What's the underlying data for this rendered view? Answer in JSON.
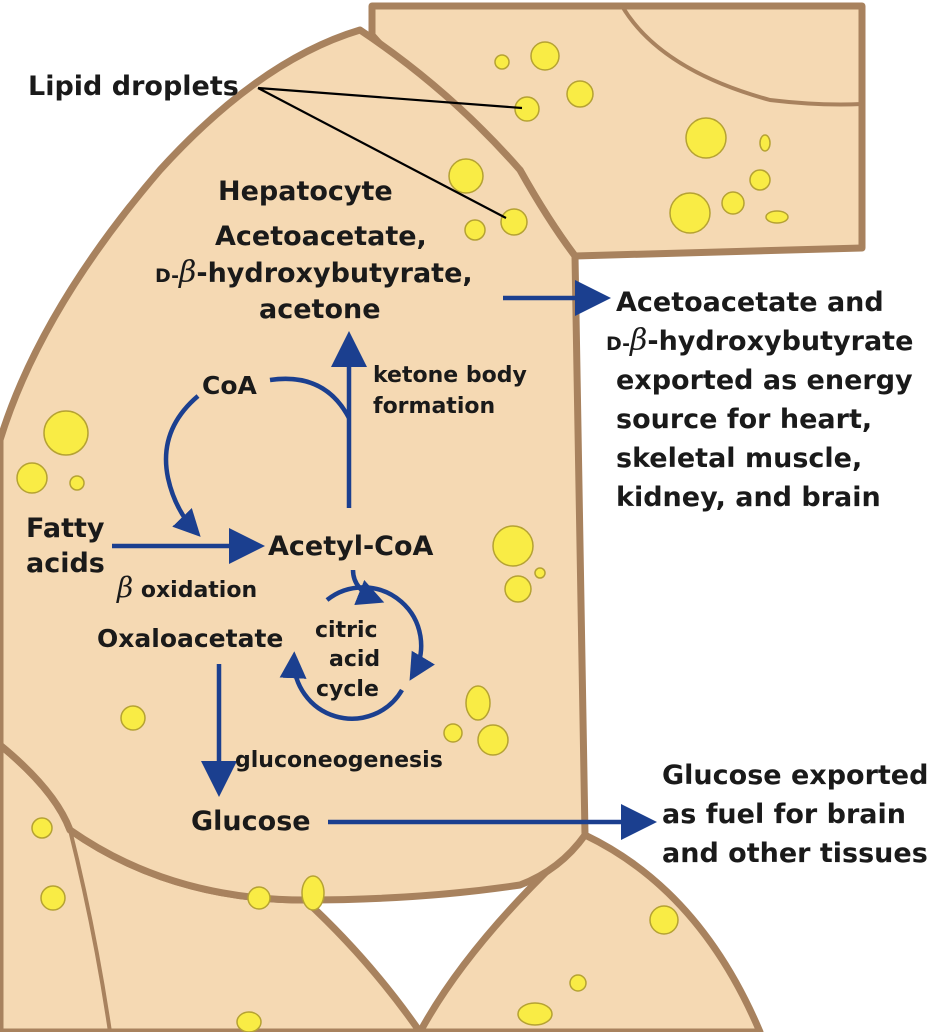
{
  "colors": {
    "cytoplasm": "#f5d9b3",
    "membrane": "#a8825e",
    "droplet_fill": "#f9ec45",
    "droplet_stroke": "#b5a233",
    "arrow": "#1b3f8f",
    "text": "#1a1a1a"
  },
  "labels": {
    "lipid_droplets": "Lipid droplets",
    "hepatocyte": "Hepatocyte",
    "ketone_line1": "Acetoacetate,",
    "ketone_line2_prefix": "D-",
    "beta": "β",
    "ketone_line2_suffix": "-hydroxybutyrate,",
    "ketone_line3": "acetone",
    "export_line1": "Acetoacetate and",
    "export_line2_prefix": "D-",
    "export_line2_suffix": "-hydroxybutyrate",
    "export_line3": "exported as energy",
    "export_line4": "source for heart,",
    "export_line5": "skeletal muscle,",
    "export_line6": "kidney, and brain",
    "coa": "CoA",
    "ketone_formation_1": "ketone body",
    "ketone_formation_2": "formation",
    "fatty_acids_1": "Fatty",
    "fatty_acids_2": "acids",
    "acetyl_coa": "Acetyl-CoA",
    "beta_oxidation_suffix": " oxidation",
    "oxaloacetate": "Oxaloacetate",
    "citric_1": "citric",
    "citric_2": "acid",
    "citric_3": "cycle",
    "gluconeogenesis": "gluconeogenesis",
    "glucose": "Glucose",
    "glucose_export_1": "Glucose exported",
    "glucose_export_2": "as fuel for brain",
    "glucose_export_3": "and other tissues"
  }
}
